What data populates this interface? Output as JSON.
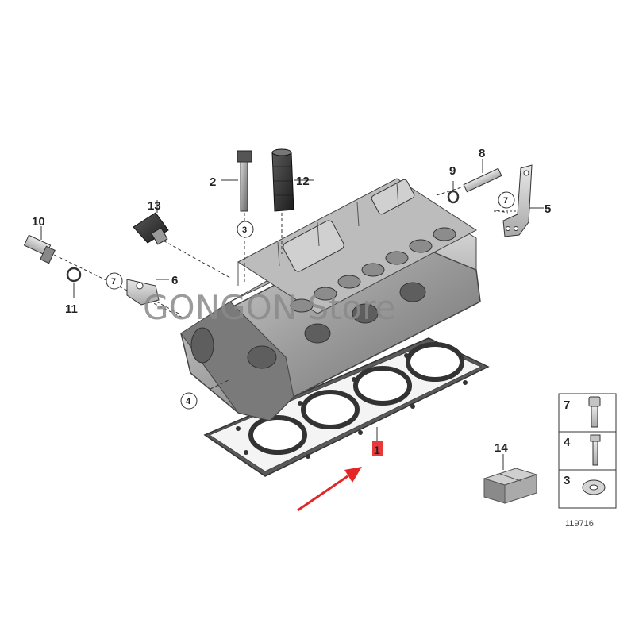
{
  "watermark": "GONGON Store",
  "document_number": "119716",
  "highlight_color": "#e83a3a",
  "arrow_color": "#e32626",
  "callouts": {
    "c1": "1",
    "c2": "2",
    "c5": "5",
    "c6": "6",
    "c8": "8",
    "c9": "9",
    "c10": "10",
    "c11": "11",
    "c12": "12",
    "c13": "13",
    "c14": "14"
  },
  "circled": {
    "c3": "3",
    "c4": "4",
    "c7a": "7",
    "c7b": "7"
  },
  "legend": {
    "r1": "7",
    "r2": "4",
    "r3": "3"
  }
}
